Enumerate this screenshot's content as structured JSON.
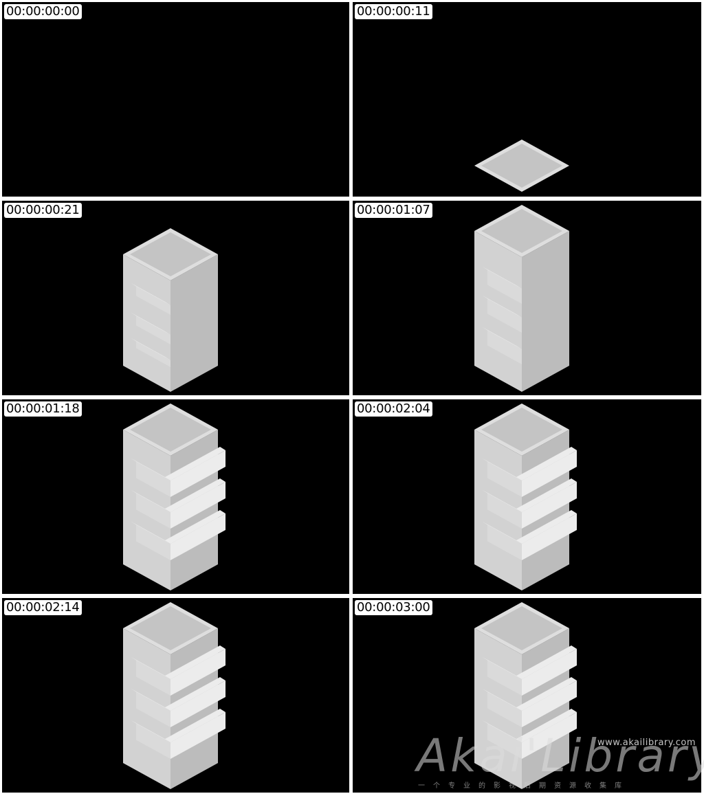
{
  "frames": [
    {
      "timecode": "00:00:00:00",
      "stage": "empty"
    },
    {
      "timecode": "00:00:00:11",
      "stage": "base"
    },
    {
      "timecode": "00:00:00:21",
      "stage": "short-stubs"
    },
    {
      "timecode": "00:00:01:07",
      "stage": "mid-ledges"
    },
    {
      "timecode": "00:00:01:18",
      "stage": "full-ledges"
    },
    {
      "timecode": "00:00:02:04",
      "stage": "full-ledges"
    },
    {
      "timecode": "00:00:02:14",
      "stage": "full-ledges"
    },
    {
      "timecode": "00:00:03:00",
      "stage": "full-ledges"
    }
  ],
  "watermark": {
    "site": "www.akailibrary.com",
    "logo": "Akai'Library",
    "tagline": "一个专业的影视后期资源收集库"
  },
  "colors": {
    "background": "#000000",
    "top_face": "#c4c4c4",
    "top_rim": "#dedede",
    "left_face": "#d2d2d2",
    "right_face": "#bcbcbc",
    "ledge_top": "#ececec",
    "ledge_front": "#dadada"
  }
}
